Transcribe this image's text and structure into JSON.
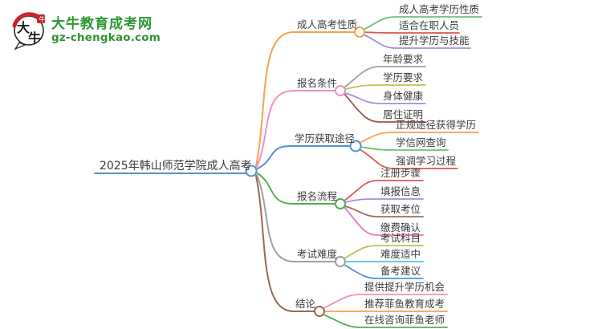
{
  "logo": {
    "icon_name": "daniu-speech-bubble-logo",
    "icon_text_top": "大",
    "icon_text_bottom": "牛",
    "title": "大牛教育成考网",
    "domain": "gz-chengkao.com",
    "brand_color": "#2e9632",
    "seal_color": "#cc2229"
  },
  "mindmap": {
    "root": {
      "label": "2025年韩山师范学院成人高考",
      "color": "#4e94d4"
    },
    "branches": [
      {
        "label": "成人高考性质",
        "color": "#f7a14e",
        "children": [
          {
            "label": "成人高考学历性质",
            "color": "#6fc175"
          },
          {
            "label": "适合在职人员",
            "color": "#e25650"
          },
          {
            "label": "提升学历与技能",
            "color": "#a88cd8"
          }
        ]
      },
      {
        "label": "报名条件",
        "color": "#f08fc8",
        "children": [
          {
            "label": "年龄要求",
            "color": "#a0a0a0"
          },
          {
            "label": "学历要求",
            "color": "#c5c14d"
          },
          {
            "label": "身体健康",
            "color": "#a88cd8"
          },
          {
            "label": "居住证明",
            "color": "#a3544a"
          }
        ]
      },
      {
        "label": "学历获取途径",
        "color": "#4e94d4",
        "children": [
          {
            "label": "正规途径获得学历",
            "color": "#f7a14e"
          },
          {
            "label": "学信网查询",
            "color": "#6fc175"
          },
          {
            "label": "强调学习过程",
            "color": "#e25650"
          }
        ]
      },
      {
        "label": "报名流程",
        "color": "#52b152",
        "children": [
          {
            "label": "注册步骤",
            "color": "#e25650"
          },
          {
            "label": "填报信息",
            "color": "#a88cd8"
          },
          {
            "label": "获取考位",
            "color": "#9c6f62"
          },
          {
            "label": "缴费确认",
            "color": "#f173be"
          }
        ]
      },
      {
        "label": "考试难度",
        "color": "#a0a0a0",
        "children": [
          {
            "label": "考试科目",
            "color": "#c5c14d"
          },
          {
            "label": "难度适中",
            "color": "#54c8dc"
          },
          {
            "label": "备考建议",
            "color": "#4e94d4"
          }
        ]
      },
      {
        "label": "结论",
        "color": "#9a6a55",
        "children": [
          {
            "label": "提供提升学历机会",
            "color": "#f08fc8"
          },
          {
            "label": "推荐菲鱼教育成考",
            "color": "#f7a14e"
          },
          {
            "label": "在线咨询菲鱼老师",
            "color": "#4db352"
          }
        ]
      }
    ]
  }
}
